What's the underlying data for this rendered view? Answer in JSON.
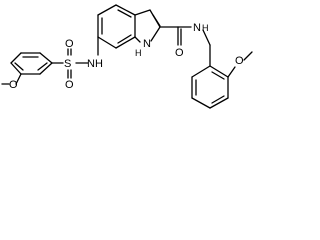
{
  "molecule": {
    "labels": {
      "methoxy_o_left": "O",
      "sulfonyl_s": "S",
      "sulfonyl_o_top": "O",
      "sulfonyl_o_bottom": "O",
      "sulfonamide_nh": "NH",
      "indole_nh": "N",
      "indole_h": "H",
      "amide_o": "O",
      "amide_nh": "N",
      "amide_h": "H",
      "methoxy_o_right": "O"
    }
  }
}
